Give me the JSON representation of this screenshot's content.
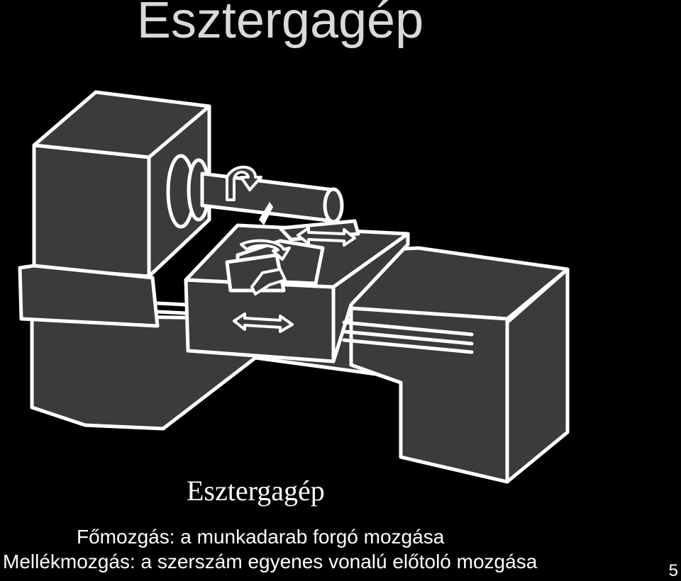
{
  "slide": {
    "title": "Esztergagép",
    "figure_caption": "Esztergagép",
    "main_motion": "Főmozgás: a munkadarab forgó mozgása",
    "secondary_motion": "Mellékmozgás: a szerszám egyenes vonalú előtoló mozgása",
    "page_number": "5"
  },
  "colors": {
    "background": "#000000",
    "machine_fill": "#3b3b3b",
    "outline": "#ffffff",
    "title": "#d9d9d9"
  }
}
